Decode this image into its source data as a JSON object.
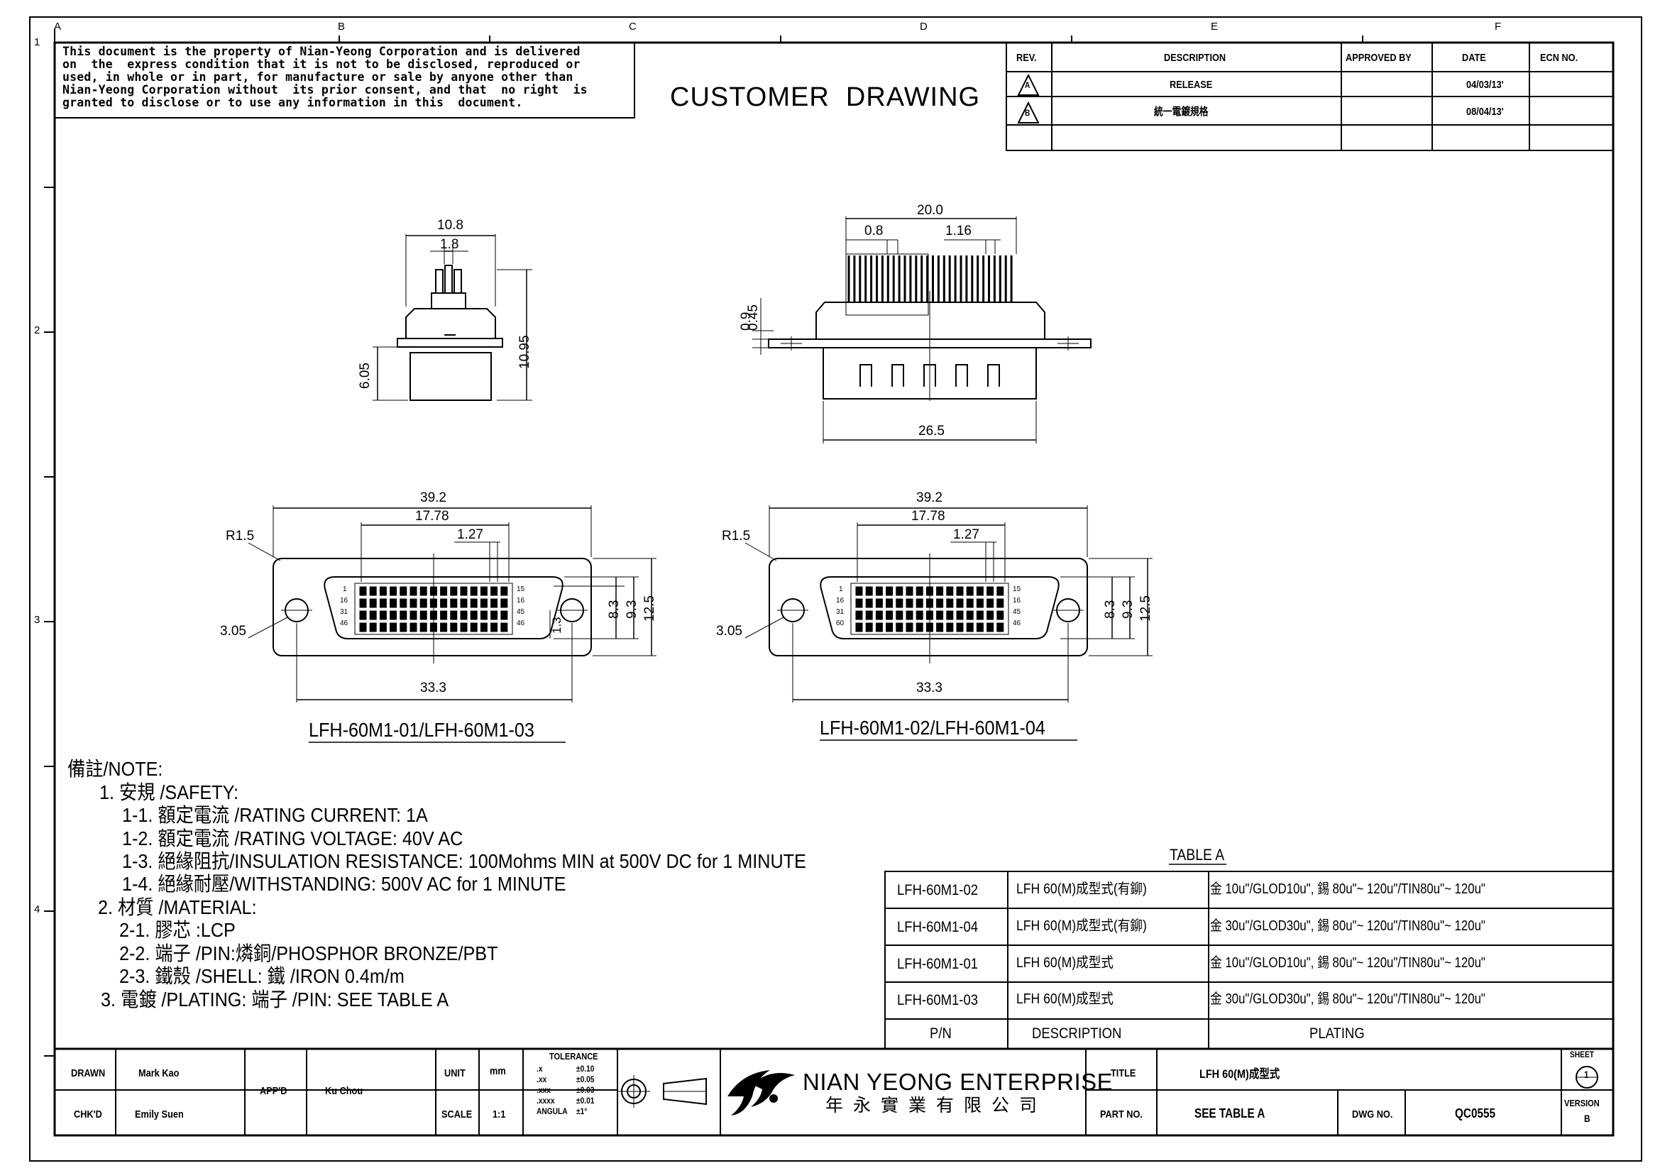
{
  "header": {
    "legal_lines": [
      "This document is the property of Nian-Yeong Corporation and is delivered",
      "on  the  express condition that it is not to be disclosed, reproduced or",
      "used, in whole or in part, for manufacture or sale by anyone other than",
      "Nian-Yeong Corporation without  its prior consent, and that  no right  is",
      "granted to disclose or to use any information in this  document."
    ],
    "drawing_title": "CUSTOMER  DRAWING"
  },
  "zones": {
    "columns": [
      "A",
      "B",
      "C",
      "D",
      "E",
      "F"
    ],
    "rows": [
      "1",
      "2",
      "3",
      "4"
    ]
  },
  "revision_block": {
    "headers": [
      "REV.",
      "DESCRIPTION",
      "APPROVED BY",
      "DATE",
      "ECN NO."
    ],
    "rows": [
      {
        "rev": "A",
        "description": "RELEASE",
        "approved_by": "",
        "date": "04/03/13'",
        "ecn": ""
      },
      {
        "rev": "B",
        "description": "統一電鍍規格",
        "approved_by": "",
        "date": "08/04/13'",
        "ecn": ""
      }
    ]
  },
  "dimensions": {
    "side_view": {
      "width": "10.8",
      "pin_width": "1.8",
      "height_total": "10.95",
      "height_lower": "6.05"
    },
    "front_view": {
      "top_width": "20.0",
      "pin_pitch_a": "0.8",
      "pin_pitch_b": "1.16",
      "flange_a": "0.9",
      "flange_b": "0.45",
      "bottom_width": "26.5"
    },
    "face_view_left": {
      "overall": "39.2",
      "row_span": "17.78",
      "pitch": "1.27",
      "radius": "R1.5",
      "hole": "3.05",
      "mount": "33.3",
      "h1": "8.3",
      "h2": "9.3",
      "h3": "12.5",
      "v": "1.3",
      "pin_left": [
        "1",
        "16",
        "31",
        "46"
      ],
      "pin_right": [
        "15",
        "16",
        "45",
        "46"
      ]
    },
    "face_view_right": {
      "overall": "39.2",
      "row_span": "17.78",
      "pitch": "1.27",
      "radius": "R1.5",
      "hole": "3.05",
      "mount": "33.3",
      "h1": "8.3",
      "h2": "9.3",
      "h3": "12.5",
      "pin_left": [
        "1",
        "16",
        "31",
        "60"
      ],
      "pin_right": [
        "15",
        "16",
        "45",
        "46"
      ]
    }
  },
  "part_labels": [
    "LFH-60M1-01/LFH-60M1-03",
    "LFH-60M1-02/LFH-60M1-04"
  ],
  "notes": [
    "備註/NOTE:",
    "1. 安規 /SAFETY:",
    "1-1. 額定電流 /RATING CURRENT: 1A",
    "1-2. 額定電流 /RATING VOLTAGE: 40V AC",
    "1-3. 絕緣阻抗/INSULATION RESISTANCE: 100Mohms MIN at 500V DC for 1 MINUTE",
    "1-4. 絕緣耐壓/WITHSTANDING: 500V AC for 1 MINUTE",
    "2. 材質 /MATERIAL:",
    "2-1. 膠芯 :LCP",
    "2-2. 端子 /PIN:燐銅/PHOSPHOR BRONZE/PBT",
    "2-3. 鐵殼 /SHELL: 鐵 /IRON 0.4m/m",
    "3. 電鍍 /PLATING: 端子 /PIN: SEE TABLE A"
  ],
  "table_a": {
    "title": "TABLE A",
    "rows": [
      {
        "pn": "LFH-60M1-02",
        "description": "LFH 60(M)成型式(有鉚)",
        "plating": "金 10u\"/GLOD10u\", 錫 80u\"~ 120u\"/TIN80u\"~ 120u\""
      },
      {
        "pn": "LFH-60M1-04",
        "description": "LFH 60(M)成型式(有鉚)",
        "plating": "金 30u\"/GLOD30u\", 錫 80u\"~ 120u\"/TIN80u\"~ 120u\""
      },
      {
        "pn": "LFH-60M1-01",
        "description": "LFH 60(M)成型式",
        "plating": "金 10u\"/GLOD10u\", 錫 80u\"~ 120u\"/TIN80u\"~ 120u\""
      },
      {
        "pn": "LFH-60M1-03",
        "description": "LFH 60(M)成型式",
        "plating": "金 30u\"/GLOD30u\", 錫 80u\"~ 120u\"/TIN80u\"~ 120u\""
      }
    ],
    "headers": [
      "P/N",
      "DESCRIPTION",
      "PLATING"
    ]
  },
  "title_block": {
    "drawn_label": "DRAWN",
    "drawn": "Mark Kao",
    "chkd_label": "CHK'D",
    "chkd": "Emily Suen",
    "appd_label": "APP'D",
    "appd": "Ku Chou",
    "unit_label": "UNIT",
    "unit": "mm",
    "scale_label": "SCALE",
    "scale": "1:1",
    "tolerance_label": "TOLERANCE",
    "tolerances": [
      [
        ".x",
        "±0.10"
      ],
      [
        ".xx",
        "±0.05"
      ],
      [
        ".xxx",
        "±0.03"
      ],
      [
        ".xxxx",
        "±0.01"
      ],
      [
        "ANGULA",
        "±1°"
      ]
    ],
    "company": "NIAN YEONG ENTERPRISE",
    "company_cjk": "年永實業有限公司",
    "title_label": "TITLE",
    "title": "LFH 60(M)成型式",
    "part_no_label": "PART NO.",
    "part_no": "SEE TABLE A",
    "dwg_no_label": "DWG NO.",
    "dwg_no": "QC0555",
    "sheet_label": "SHEET",
    "sheet": "1",
    "version_label": "VERSION",
    "version": "B"
  }
}
